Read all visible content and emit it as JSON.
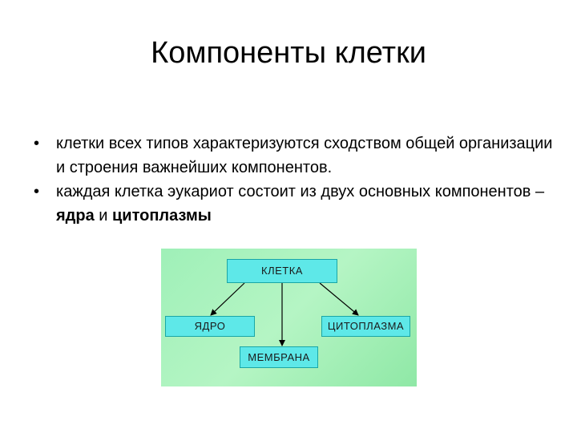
{
  "slide": {
    "title": "Компоненты клетки"
  },
  "bullets": [
    {
      "mark": "•",
      "text": "клетки всех типов характеризуются сходством общей организации и строения важнейших компонентов."
    },
    {
      "mark": "•",
      "text_before": "каждая клетка эукариот состоит из двух основных компонентов – ",
      "bold1": "ядра",
      "text_mid": " и ",
      "bold2": "цитоплазмы"
    }
  ],
  "diagram": {
    "root": "КЛЕТКА",
    "children": [
      "ЯДРО",
      "ЦИТОПЛАЗМА",
      "МЕМБРАНА"
    ],
    "colors": {
      "background": "#a8f2bd",
      "node_fill": "#5ee8e8",
      "node_border": "#1aa6a6",
      "arrow": "#000000"
    }
  }
}
